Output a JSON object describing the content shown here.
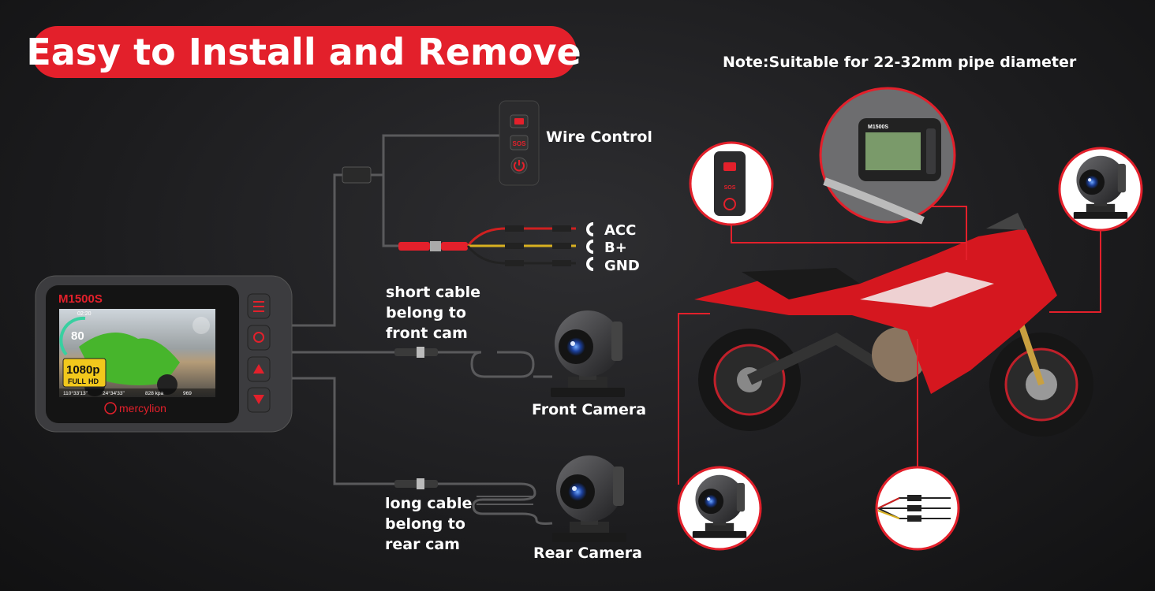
{
  "title": "Easy to Install and Remove",
  "note": "Note:Suitable for 22-32mm pipe diameter",
  "colors": {
    "accent": "#e3202b",
    "background": "#1e1e20",
    "text": "#ffffff"
  },
  "dashcam": {
    "model": "M1500S",
    "brand": "mercylion",
    "screen": {
      "time": "02:20",
      "speed": "80",
      "resolution": "1080p",
      "resolution_sub_1": "FULL",
      "resolution_sub_2": "HD",
      "longitude": "110°33'13\"",
      "latitude": "24°34'33\"",
      "pressure": "828 kpa",
      "altitude": "969"
    },
    "buttons": [
      "menu-icon",
      "record-icon",
      "up-arrow-icon",
      "down-arrow-icon"
    ]
  },
  "wire_control": {
    "label": "Wire Control",
    "sos": "SOS"
  },
  "power_wires": [
    "ACC",
    "B+",
    "GND"
  ],
  "front": {
    "cable_line_1": "short cable",
    "cable_line_2": "belong to",
    "cable_line_3": "front cam",
    "label": "Front Camera"
  },
  "rear": {
    "cable_line_1": "long cable",
    "cable_line_2": "belong to",
    "cable_line_3": "rear cam",
    "label": "Rear Camera"
  },
  "callouts": {
    "dashcam_model": "M1500S",
    "remote_sos": "SOS"
  }
}
